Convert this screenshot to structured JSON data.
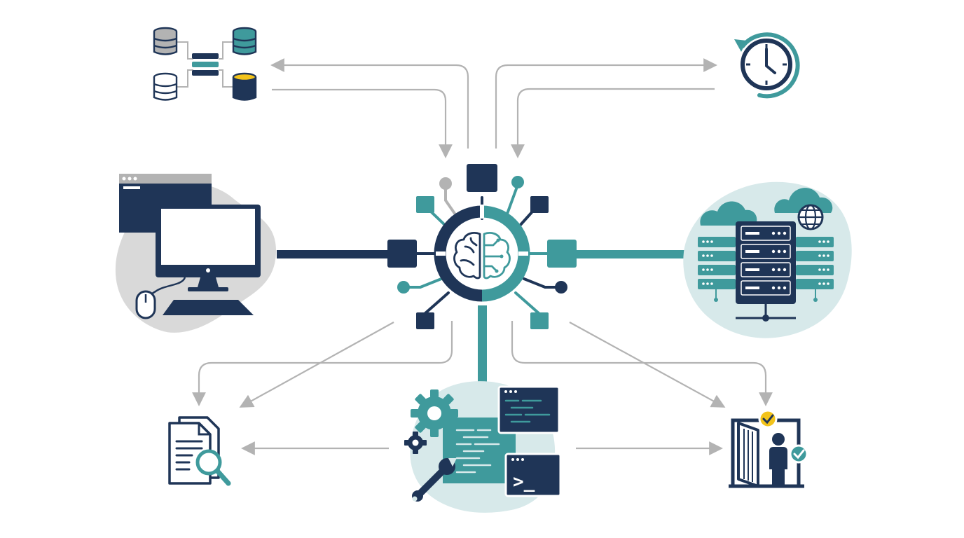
{
  "palette": {
    "navy": "#1f3557",
    "teal": "#3f9a9c",
    "light_teal": "#d7e9ea",
    "light_gray": "#d9d9d9",
    "arrow_gray": "#b3b3b3",
    "yellow": "#f2c31b",
    "white": "#ffffff"
  },
  "nodes": [
    {
      "name": "ai-brain-hub",
      "icon": "brain-circuit-icon"
    },
    {
      "name": "database-cluster",
      "icon": "database-icon"
    },
    {
      "name": "scheduled-time",
      "icon": "clock-refresh-icon"
    },
    {
      "name": "desktop-workstation",
      "icon": "computer-monitor-icon"
    },
    {
      "name": "cloud-server-rack",
      "icon": "server-cloud-icon"
    },
    {
      "name": "document-search",
      "icon": "document-magnifier-icon"
    },
    {
      "name": "code-tooling",
      "icon": "code-terminal-icon"
    },
    {
      "name": "access-control",
      "icon": "person-door-check-icon"
    }
  ],
  "terminal": {
    "prompt": ">_"
  }
}
